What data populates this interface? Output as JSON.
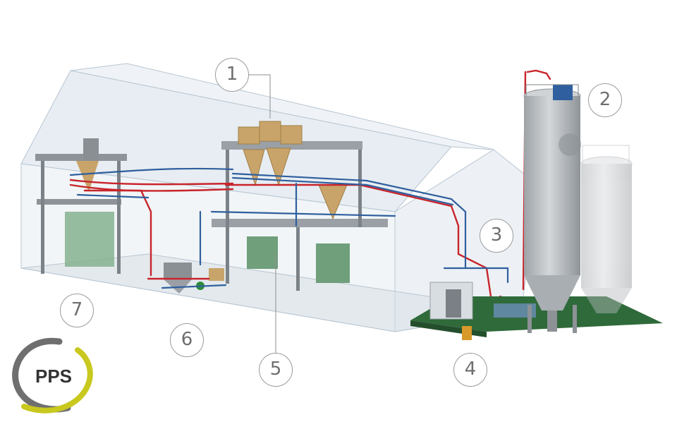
{
  "callouts": [
    {
      "id": "1",
      "label": "1"
    },
    {
      "id": "2",
      "label": "2"
    },
    {
      "id": "3",
      "label": "3"
    },
    {
      "id": "4",
      "label": "4"
    },
    {
      "id": "5",
      "label": "5"
    },
    {
      "id": "6",
      "label": "6"
    },
    {
      "id": "7",
      "label": "7"
    }
  ],
  "logo": {
    "text": "PPS"
  },
  "colors": {
    "pipe_red": "#c8242b",
    "pipe_blue": "#2f5f9e",
    "building_glass": "#c9d6e0",
    "floor_green": "#2f6a3a",
    "silo_grey": "#b9bec2",
    "hopper_tan": "#c9a46a",
    "callout_border": "#9a9a9a",
    "logo_grey": "#6f6f6f",
    "logo_yellow": "#c8c81e"
  }
}
